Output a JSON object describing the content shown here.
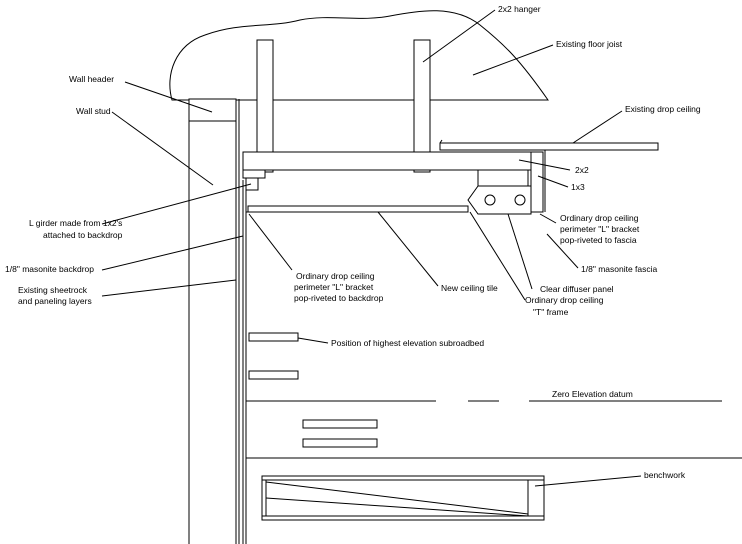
{
  "labels": {
    "hanger": "2x2 hanger",
    "floor_joist": "Existing floor joist",
    "wall_header": "Wall header",
    "wall_stud": "Wall stud",
    "drop_ceiling": "Existing drop ceiling",
    "two_by_two": "2x2",
    "one_by_three": "1x3",
    "l_girder_1": "L girder made from 1x2's",
    "l_girder_2": "attached to backdrop",
    "perim_right_1": "Ordinary drop ceiling",
    "perim_right_2": "perimeter \"L\" bracket",
    "perim_right_3": "pop-riveted to fascia",
    "masonite_backdrop": "1/8\" masonite backdrop",
    "perim_left_1": "Ordinary drop ceiling",
    "perim_left_2": "perimeter \"L\" bracket",
    "perim_left_3": "pop-riveted to backdrop",
    "masonite_fascia": "1/8\" masonite fascia",
    "sheetrock_1": "Existing sheetrock",
    "sheetrock_2": "and paneling layers",
    "new_tile": "New ceiling tile",
    "diffuser": "Clear diffuser panel",
    "t_frame_1": "Ordinary drop ceiling",
    "t_frame_2": "\"T\" frame",
    "subroadbed": "Position of highest elevation subroadbed",
    "zero_datum": "Zero Elevation datum",
    "benchwork": "benchwork"
  }
}
